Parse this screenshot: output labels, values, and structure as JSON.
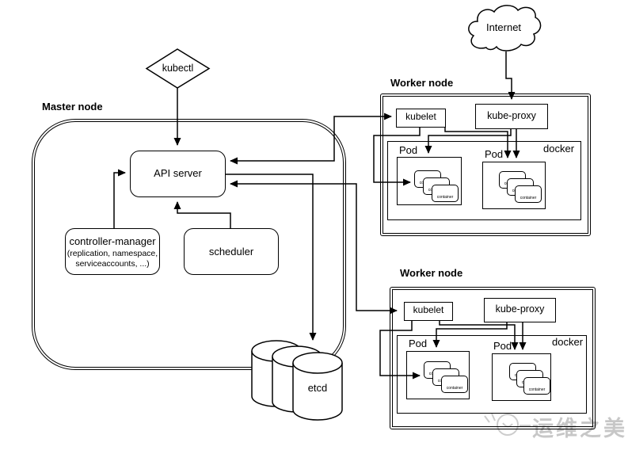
{
  "kubectl_label": "kubectl",
  "internet_label": "Internet",
  "master": {
    "label": "Master node",
    "api_server": "API server",
    "controller_manager_title": "controller-manager",
    "controller_manager_sub1": "(replication, namespace,",
    "controller_manager_sub2": "serviceaccounts, ...)",
    "scheduler": "scheduler",
    "etcd": "etcd"
  },
  "worker1": {
    "label": "Worker node",
    "kubelet": "kubelet",
    "kube_proxy": "kube-proxy",
    "docker": "docker",
    "pod_label": "Pod",
    "container_label": "container"
  },
  "worker2": {
    "label": "Worker node",
    "kubelet": "kubelet",
    "kube_proxy": "kube-proxy",
    "docker": "docker",
    "pod_label": "Pod",
    "container_label": "container"
  },
  "watermark": {
    "text": "运维之美"
  },
  "colors": {
    "line": "#000000",
    "background": "#ffffff",
    "watermark": "#c4c4c4"
  }
}
